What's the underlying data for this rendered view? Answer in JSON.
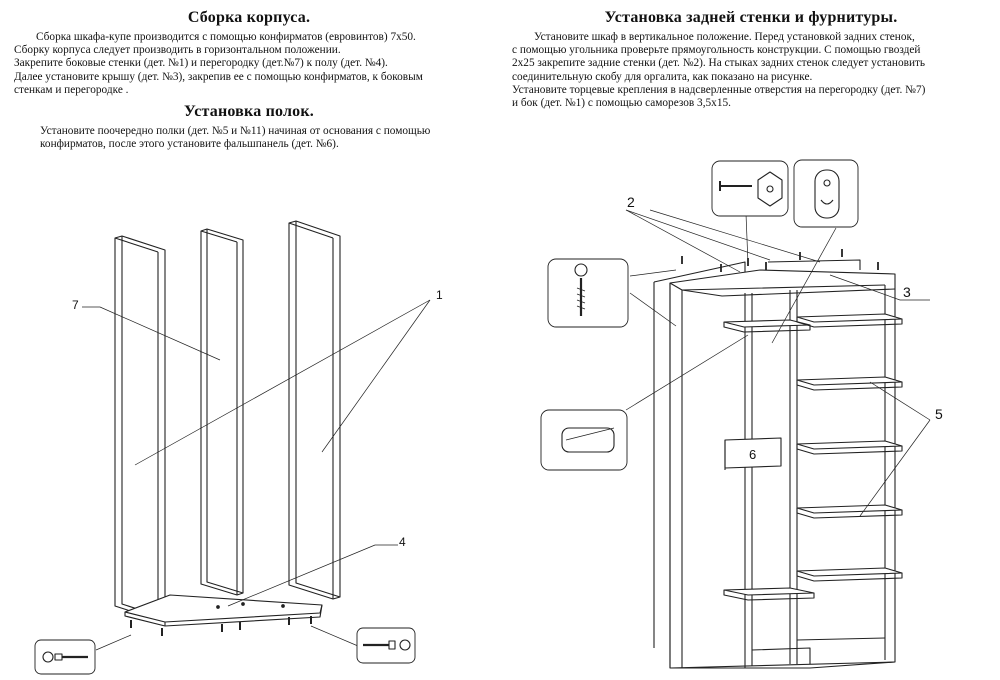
{
  "left": {
    "title1": "Сборка корпуса.",
    "lines1": [
      "Сборка шкафа-купе производится с помощью конфирматов (евровинтов) 7х50.",
      "Сборку корпуса следует производить в горизонтальном положении.",
      "Закрепите боковые стенки   (дет. №1) и перегородку (дет.№7) к полу (дет. №4).",
      "Далее установите крышу (дет. №3), закрепив ее с помощью конфирматов, к боковым",
      "стенкам и перегородке ."
    ],
    "title2": "Установка полок.",
    "lines2": [
      "Установите поочередно полки (дет. №5 и №11) начиная от основания с помощью",
      "конфирматов, после этого установите фальшпанель (дет. №6)."
    ]
  },
  "right": {
    "title": "Установка задней стенки и фурнитуры.",
    "lines": [
      "Установите шкаф в вертикальное положение. Перед установкой задних стенок,",
      "с помощью угольника проверьте прямоугольность конструкции. С помощью гвоздей",
      "2х25 закрепите задние стенки (дет. №2). На стыках задних стенок следует установить",
      "соединительную скобу для оргалита, как показано на рисунке.",
      "Установите торцевые крепления в надсверленные отверстия на перегородку (дет. №7)",
      "и бок (дет. №1) с помощью саморезов 3,5х15."
    ]
  },
  "figure1": {
    "labels": {
      "part7": "7",
      "part1": "1",
      "part4": "4"
    }
  },
  "figure2": {
    "labels": {
      "part2": "2",
      "part3": "3",
      "part5": "5",
      "part6": "6"
    }
  }
}
